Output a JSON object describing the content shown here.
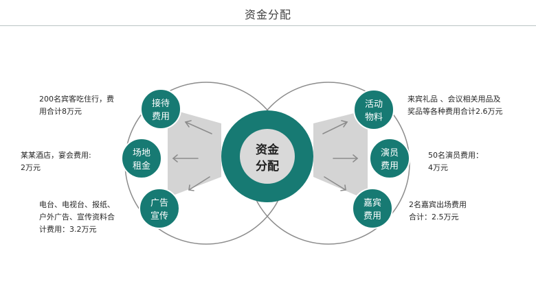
{
  "header": {
    "title": "资金分配"
  },
  "center": {
    "line1": "资金",
    "line2": "分配"
  },
  "nodes": {
    "reception": {
      "line1": "接待",
      "line2": "费用"
    },
    "venue": {
      "line1": "场地",
      "line2": "租金"
    },
    "advertising": {
      "line1": "广告",
      "line2": "宣传"
    },
    "activity": {
      "line1": "活动",
      "line2": "物料"
    },
    "performer": {
      "line1": "演员",
      "line2": "费用"
    },
    "guest": {
      "line1": "嘉宾",
      "line2": "费用"
    }
  },
  "descriptions": {
    "reception": [
      "200名宾客吃住行，费",
      "用合计8万元"
    ],
    "venue": [
      "某某酒店，宴会费用:",
      "2万元"
    ],
    "advertising": [
      "电台、电视台、报纸、",
      "户外广告、宣传资料合",
      "计费用：3.2万元"
    ],
    "activity": [
      "来宾礼品 、会议相关用品及",
      "奖品等各种费用合计2.6万元"
    ],
    "performer": [
      "50名演员费用：",
      "4万元"
    ],
    "guest": [
      "2名嘉宾出场费用",
      "合计：2.5万元"
    ]
  },
  "colors": {
    "node": "#177a73",
    "center_ring": "#177a73",
    "center_inner": "#d9d9d9",
    "wedge": "#d4d4d4",
    "outline": "#8c8c8c",
    "arrow": "#8c8c8c",
    "rule": "#b9c4c4"
  }
}
